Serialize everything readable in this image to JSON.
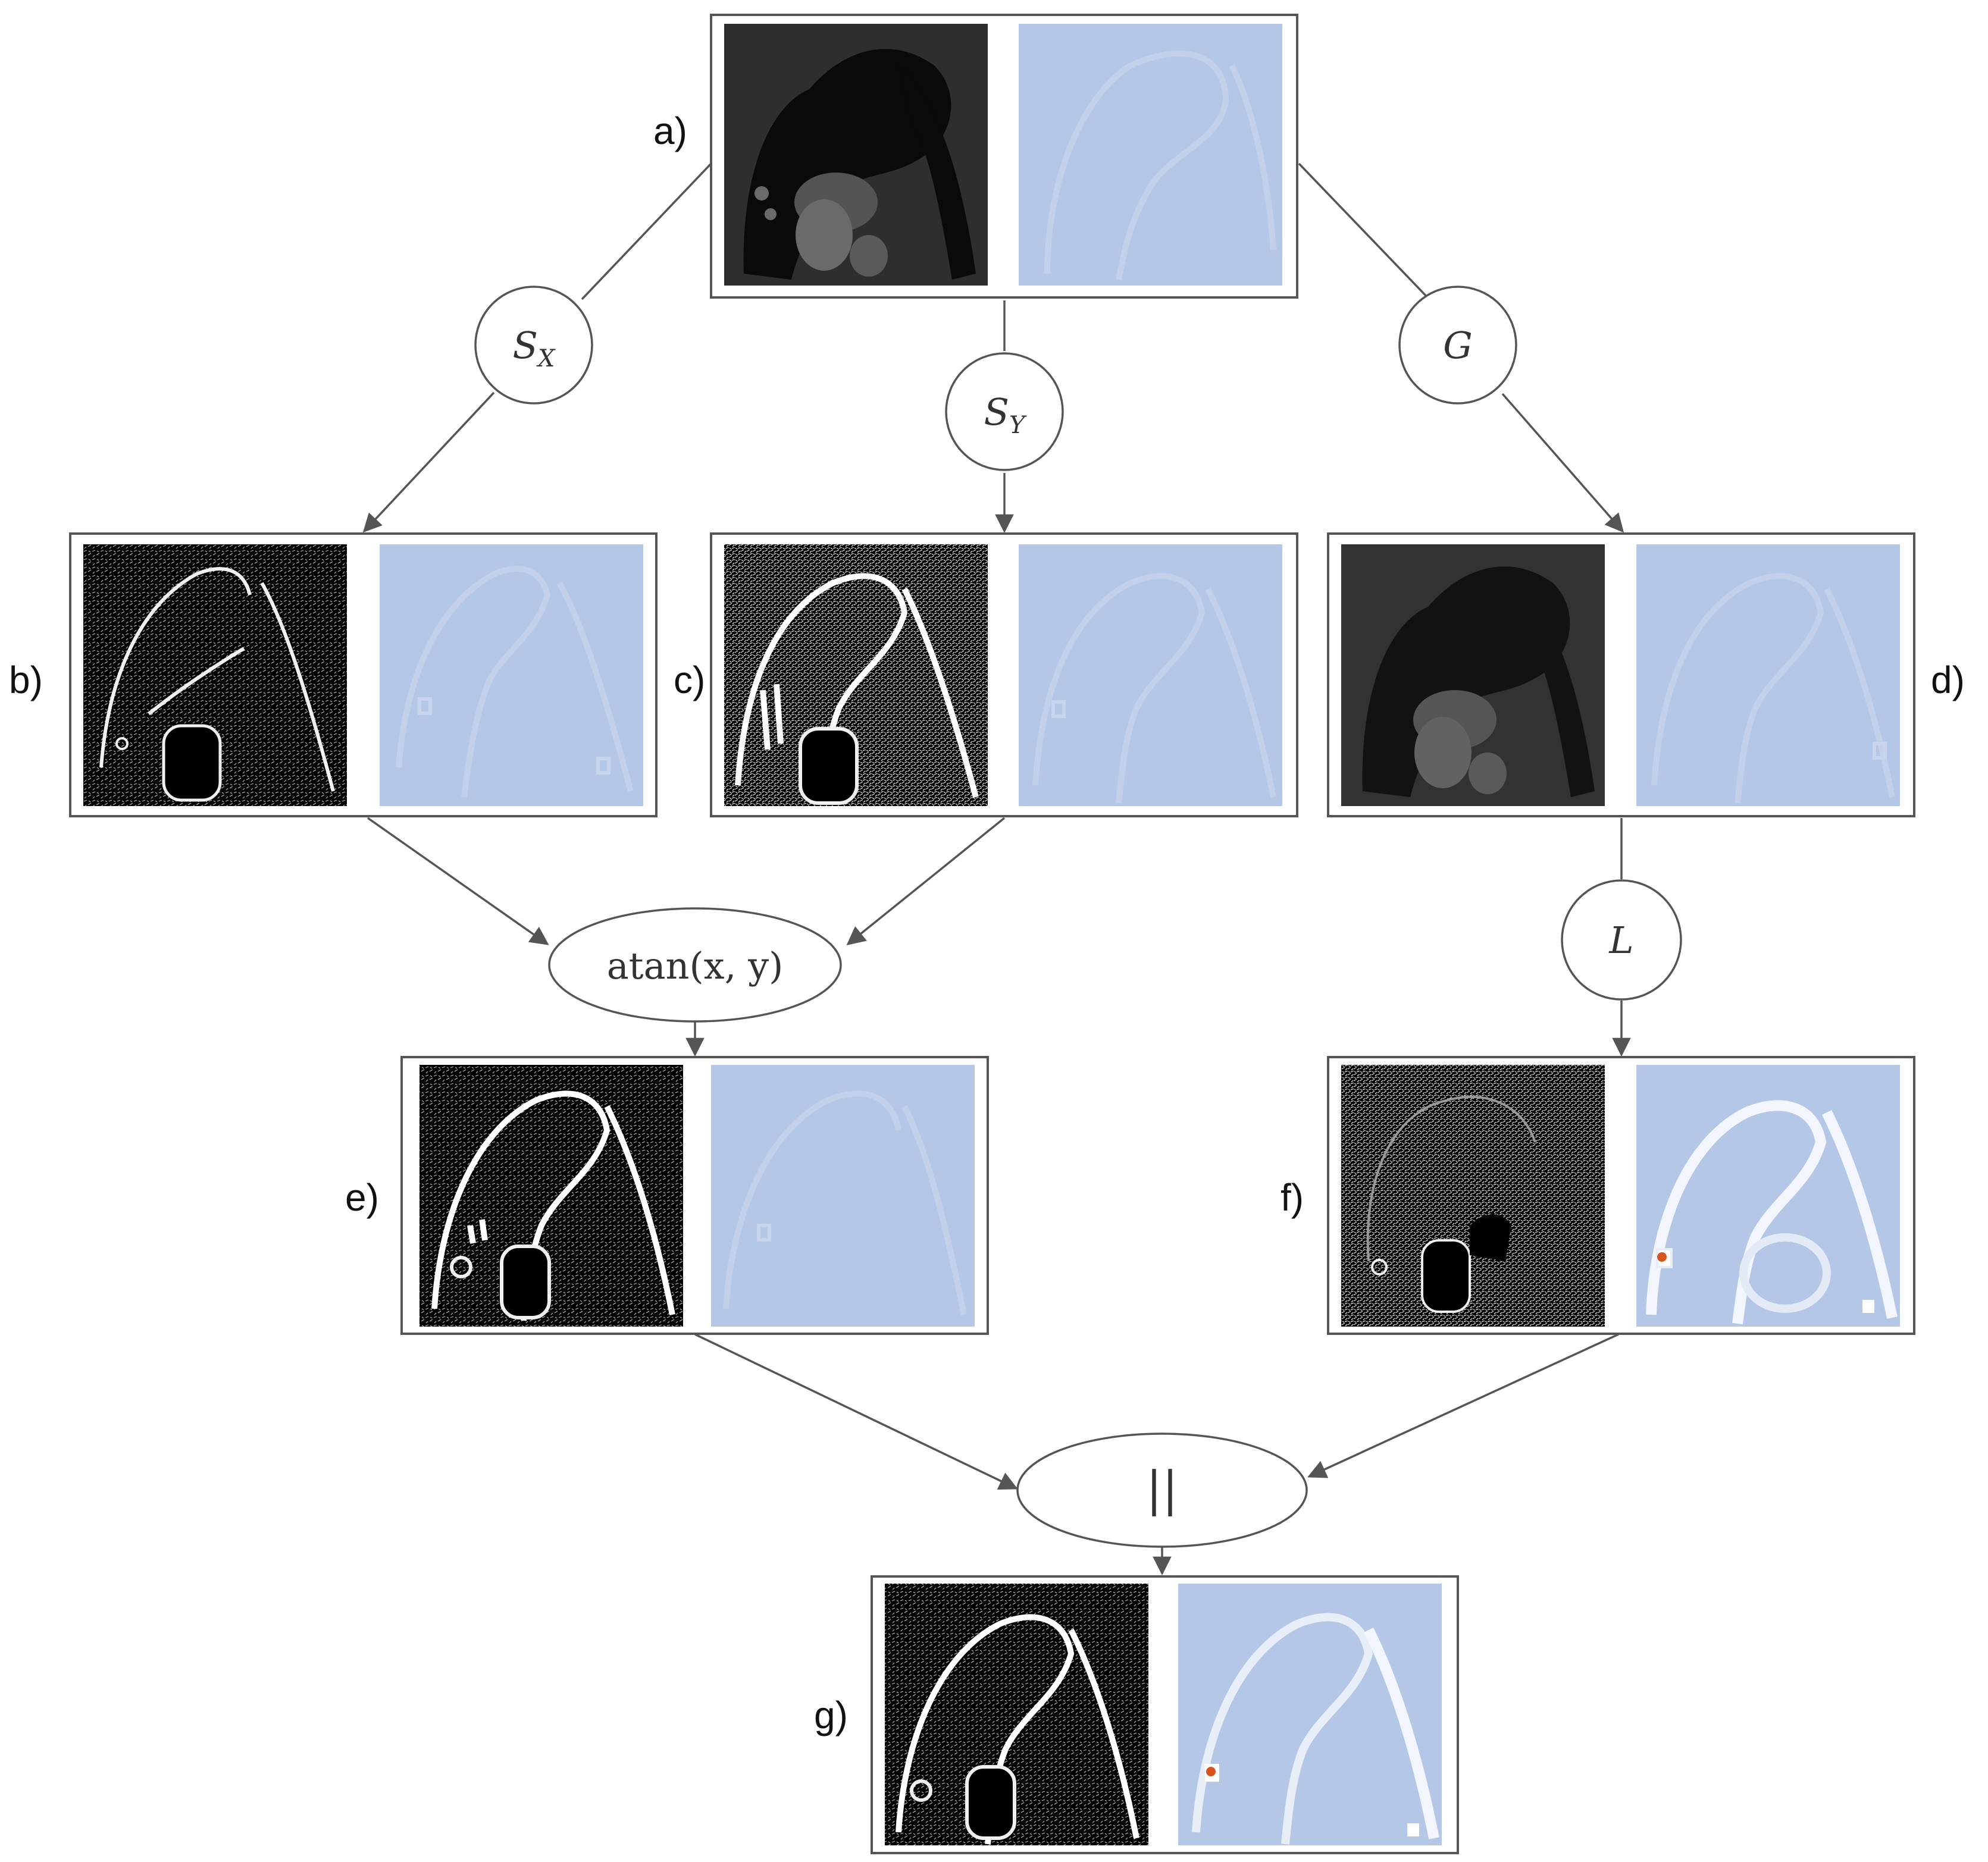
{
  "panels": {
    "a": {
      "label": "a)"
    },
    "b": {
      "label": "b)"
    },
    "c": {
      "label": "c)"
    },
    "d": {
      "label": "d)"
    },
    "e": {
      "label": "e)"
    },
    "f": {
      "label": "f)"
    },
    "g": {
      "label": "g)"
    }
  },
  "operators": {
    "sx": {
      "main": "S",
      "sub": "X"
    },
    "sy": {
      "main": "S",
      "sub": "Y"
    },
    "g": {
      "main": "G"
    },
    "l": {
      "main": "L"
    },
    "atan": {
      "label": "atan(x, y)"
    },
    "concat": {
      "label": "||"
    }
  },
  "colors": {
    "frame": "#555555",
    "mask_background": "#b4c7e7",
    "ct_background": "#2a2a2a",
    "edge_background": "#000000",
    "highlight": "#d9531e"
  }
}
